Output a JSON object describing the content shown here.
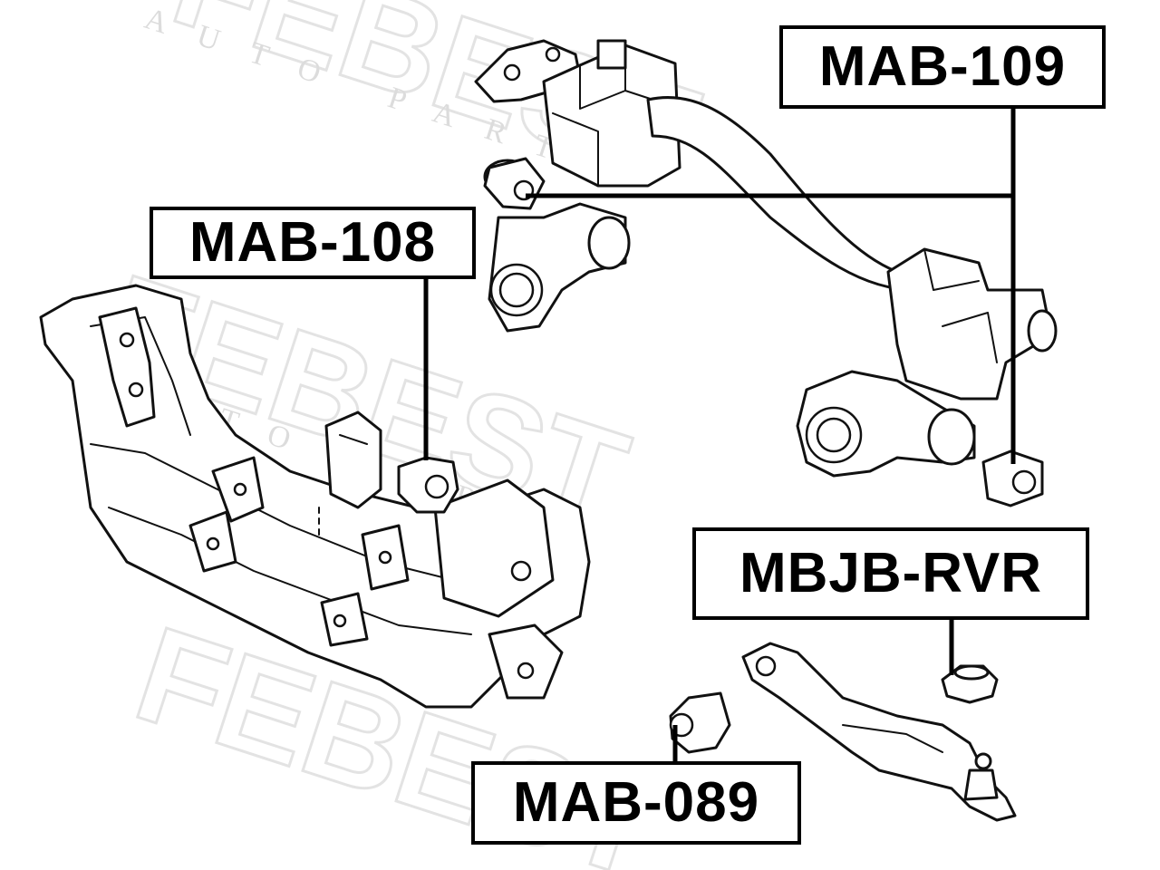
{
  "watermark": {
    "brand": "FEBEST",
    "subtitle": "AUTO PARTS"
  },
  "labels": {
    "mab109": "MAB-109",
    "mab108": "MAB-108",
    "mbjb_rvr": "MBJB-RVR",
    "mab089": "MAB-089"
  }
}
